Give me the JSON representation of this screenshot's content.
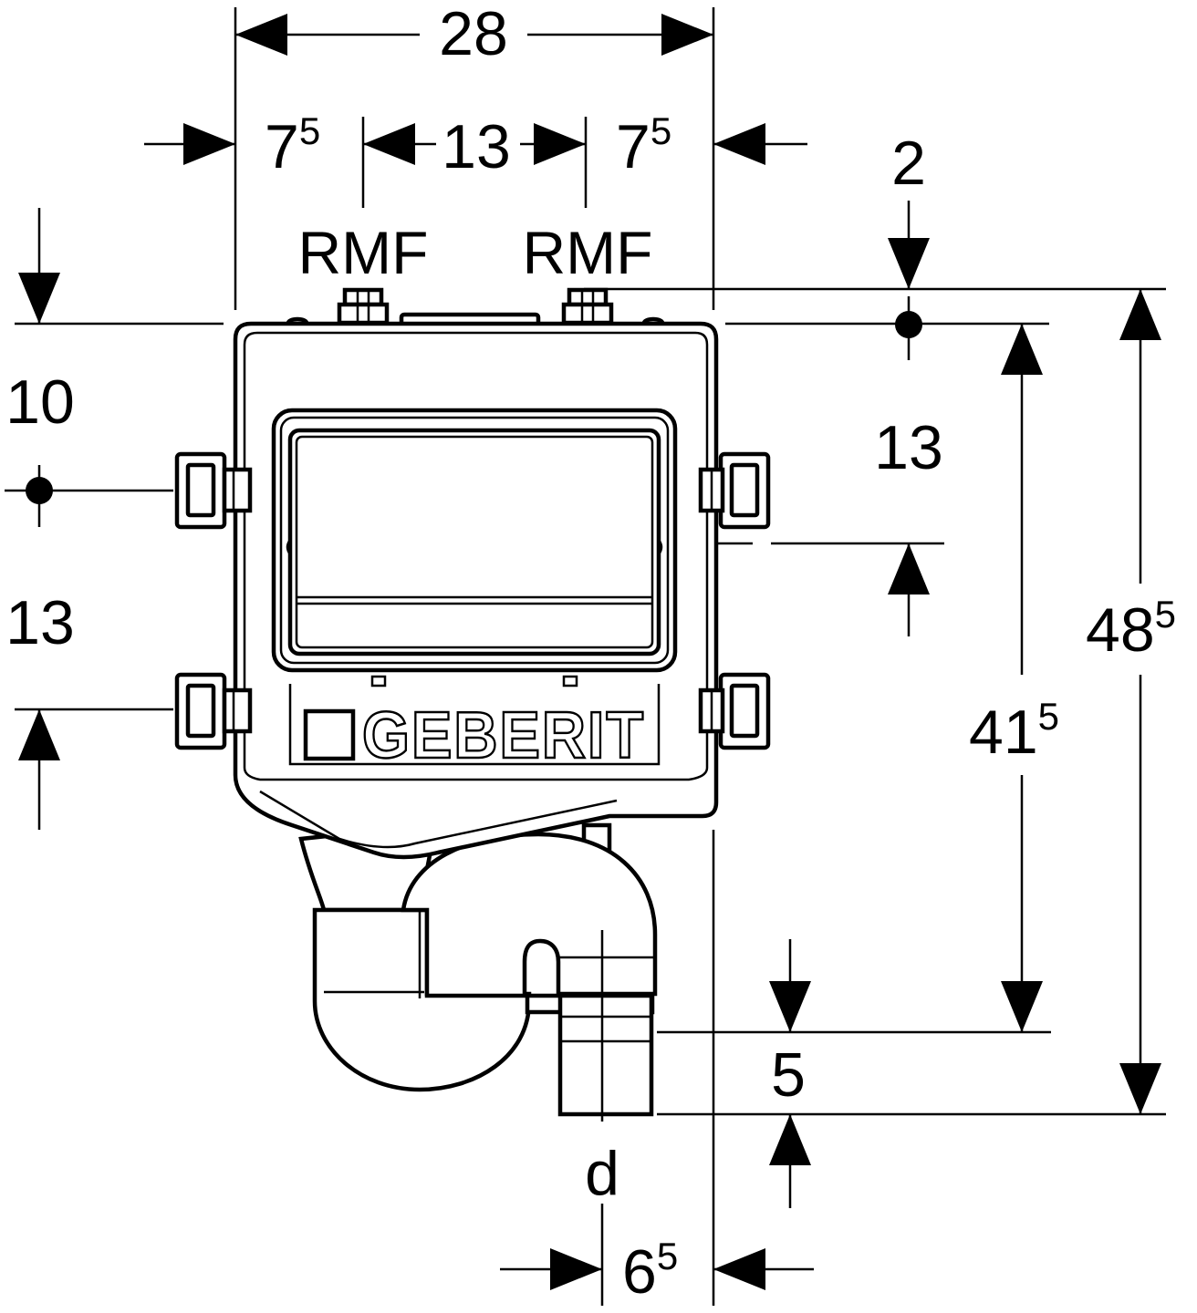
{
  "diagram": {
    "brand": "GEBERIT",
    "ports": [
      {
        "label": "RMF"
      },
      {
        "label": "RMF"
      }
    ],
    "dimensions": {
      "overall_width": {
        "main": "28",
        "sup": ""
      },
      "left_offset": {
        "main": "7",
        "sup": "5"
      },
      "port_spacing": {
        "main": "13",
        "sup": ""
      },
      "right_offset": {
        "main": "7",
        "sup": "5"
      },
      "top_offset": {
        "main": "2",
        "sup": ""
      },
      "left_top": {
        "main": "10",
        "sup": ""
      },
      "left_mid": {
        "main": "13",
        "sup": ""
      },
      "right_mid": {
        "main": "13",
        "sup": ""
      },
      "body_height": {
        "main": "41",
        "sup": "5"
      },
      "total_height": {
        "main": "48",
        "sup": "5"
      },
      "outlet_length": {
        "main": "5",
        "sup": ""
      },
      "outlet_diameter_label": {
        "main": "d",
        "sup": ""
      },
      "outlet_offset": {
        "main": "6",
        "sup": "5"
      }
    }
  }
}
